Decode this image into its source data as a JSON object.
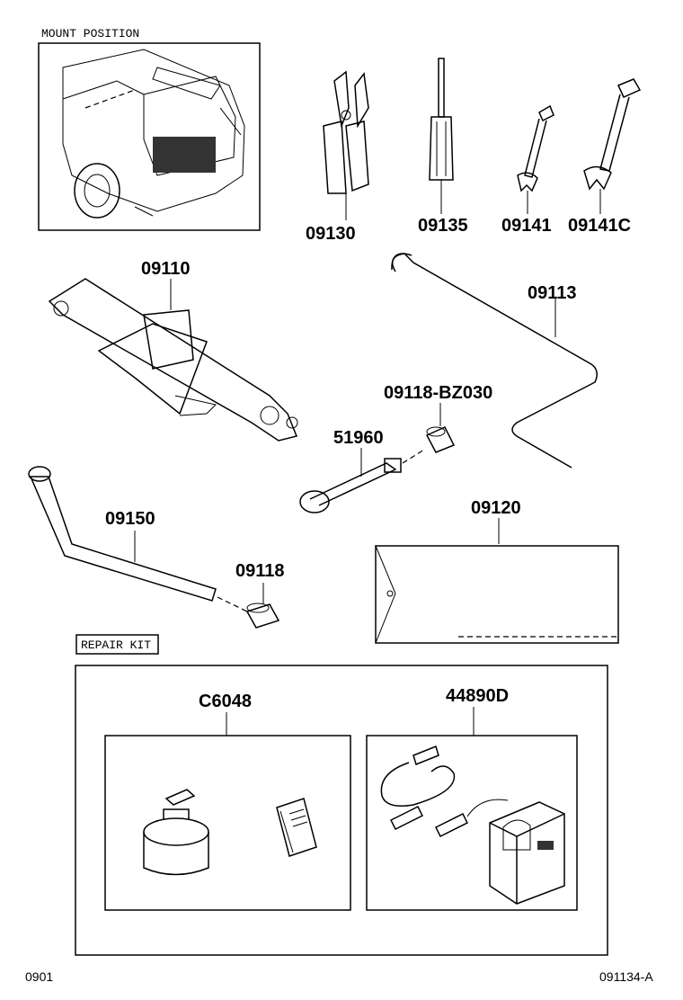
{
  "mount_position_label": "MOUNT POSITION",
  "repair_kit_label": "REPAIR KIT",
  "parts": {
    "pliers": "09130",
    "screwdriver": "09135",
    "wrench_small": "09141",
    "wrench_large": "09141C",
    "jack": "09110",
    "jack_handle": "09113",
    "jack_cap": "09118-BZ030",
    "towing_eye": "51960",
    "wheel_wrench": "09150",
    "wrench_cap": "09118",
    "tool_bag": "09120",
    "sealant_kit": "C6048",
    "compressor": "44890D"
  },
  "footer": {
    "left_code": "0901",
    "right_code": "091134-A"
  }
}
